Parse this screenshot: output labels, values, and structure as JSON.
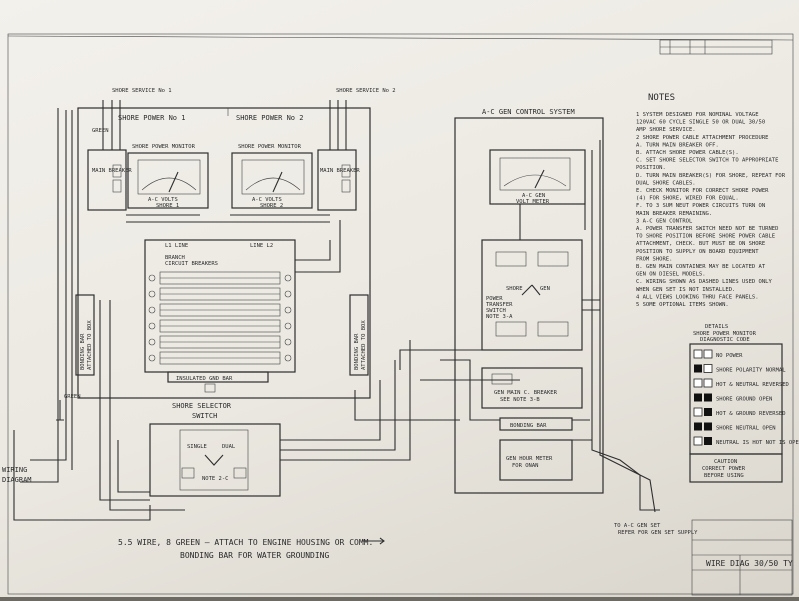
{
  "shore_panel": {
    "service_label_1": "SHORE SERVICE No 1",
    "service_label_2": "SHORE SERVICE No 2",
    "power_no1": "SHORE POWER No 1",
    "power_no2": "SHORE POWER No 2",
    "main_breaker": "MAIN BREAKER",
    "main_breaker_2": "MAIN BREAKER",
    "volts_1": "A-C VOLTS",
    "volts_2": "A-C VOLTS",
    "shore_1": "SHORE 1",
    "shore_2": "SHORE 2",
    "monitor_1": "SHORE POWER MONITOR",
    "monitor_2": "SHORE POWER MONITOR",
    "green": "GREEN",
    "l1": "L1",
    "l2": "L2",
    "line_l1": "L1 LINE",
    "line_l2": "LINE L2",
    "branch": "BRANCH",
    "breakers": "CIRCUIT BREAKERS",
    "bonding_left": "BONDING BAR",
    "bonding_left_2": "ATTACHED TO BOX",
    "bonding_mid": "BONDING BAR",
    "bonding_mid_2": "ATTACHED TO BOX",
    "insulated_gnd": "INSULATED GND BAR",
    "selector_title": "SHORE SELECTOR",
    "selector_title_2": "SWITCH",
    "single": "SINGLE",
    "dual": "DUAL",
    "note": "NOTE 2-C",
    "wiring": "WIRING",
    "diagram": "DIAGRAM",
    "bottom_note_1": "5.5 WIRE, 8 GREEN — ATTACH TO ENGINE HOUSING OR COMM.",
    "bottom_note_2": "BONDING BAR FOR WATER GROUNDING"
  },
  "gen_panel": {
    "title": "A-C GEN CONTROL SYSTEM",
    "meter_1": "A-C GEN",
    "meter_2": "VOLT METER",
    "shore": "SHORE",
    "gen": "GEN",
    "transfer_1": "POWER",
    "transfer_2": "TRANSFER",
    "transfer_3": "SWITCH",
    "transfer_4": "NOTE 3-A",
    "breaker_1": "GEN MAIN C. BREAKER",
    "breaker_2": "SEE NOTE 3-B",
    "bonding": "BONDING BAR",
    "hour_1": "GEN HOUR METER",
    "hour_2": "FOR ONAN",
    "to_gen_1": "TO A-C GEN SET",
    "to_gen_2": "REFER FOR GEN SET SUPPLY"
  },
  "notes": {
    "title": "NOTES",
    "lines": [
      "1  SYSTEM DESIGNED FOR NOMINAL VOLTAGE",
      "   120VAC 60 CYCLE SINGLE 50 OR DUAL 30/50",
      "   AMP SHORE SERVICE.",
      "2  SHORE POWER CABLE ATTACHMENT PROCEDURE",
      "   A. TURN MAIN BREAKER OFF.",
      "   B. ATTACH SHORE POWER CABLE(S).",
      "   C. SET SHORE SELECTOR SWITCH TO APPROPRIATE",
      "      POSITION.",
      "   D. TURN MAIN BREAKER(S) FOR SHORE, REPEAT FOR",
      "      DUAL SHORE CABLES.",
      "   E. CHECK MONITOR FOR CORRECT SHORE POWER",
      "      (4) FOR SHORE, WIRED FOR EQUAL.",
      "   F. TO 3 SUM NEUT POWER CIRCUITS TURN ON",
      "      MAIN BREAKER REMAINING.",
      "3  A-C GEN CONTROL",
      "   A. POWER TRANSFER SWITCH NEED NOT BE TURNED",
      "      TO SHORE POSITION BEFORE SHORE POWER CABLE",
      "      ATTACHMENT, CHECK. BUT MUST BE ON SHORE",
      "      POSITION TO SUPPLY ON BOARD EQUIPMENT",
      "      FROM SHORE.",
      "   B. GEN MAIN CONTAINER MAY BE LOCATED AT",
      "      GEN ON DIESEL MODELS.",
      "   C. WIRING SHOWN AS DASHED LINES USED ONLY",
      "      WHEN GEN SET IS NOT INSTALLED.",
      "4  ALL VIEWS LOOKING THRU FACE PANELS.",
      "5  SOME OPTIONAL ITEMS SHOWN."
    ]
  },
  "legend": {
    "title": "DETAILS",
    "subtitle_1": "SHORE POWER MONITOR",
    "subtitle_2": "DIAGNOSTIC CODE",
    "rows": [
      "NO POWER",
      "SHORE POLARITY NORMAL",
      "HOT & NEUTRAL REVERSED",
      "SHORE GROUND OPEN",
      "HOT & GROUND REVERSED",
      "SHORE NEUTRAL OPEN",
      "NEUTRAL IS HOT NOT IS OPEN"
    ],
    "caution": "CAUTION",
    "caution_1": "CORRECT POWER",
    "caution_2": "BEFORE USING"
  },
  "title_block": {
    "title": "WIRE DIAG 30/50 TY"
  }
}
